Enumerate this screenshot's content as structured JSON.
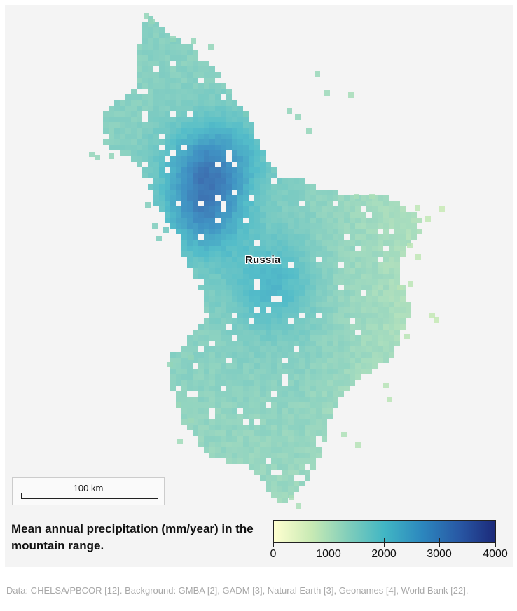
{
  "map": {
    "place_label": "Russia",
    "scale_label": "100 km",
    "colors": {
      "background": "#f4f4f4",
      "ramp": [
        "#ffffd0",
        "#c8eab4",
        "#7fcdbb",
        "#41b6c4",
        "#2c87be",
        "#2857a4",
        "#1c2a7a"
      ]
    }
  },
  "legend": {
    "title": "Mean annual precipitation (mm/year) in the mountain range.",
    "min": 0,
    "max": 4000,
    "ticks": [
      "0",
      "1000",
      "2000",
      "3000",
      "4000"
    ]
  },
  "source": {
    "text": "Data: CHELSA/PBCOR [12]. Background: GMBA [2], GADM [3], Natural Earth [3], Geonames [4], World Bank [22]."
  }
}
